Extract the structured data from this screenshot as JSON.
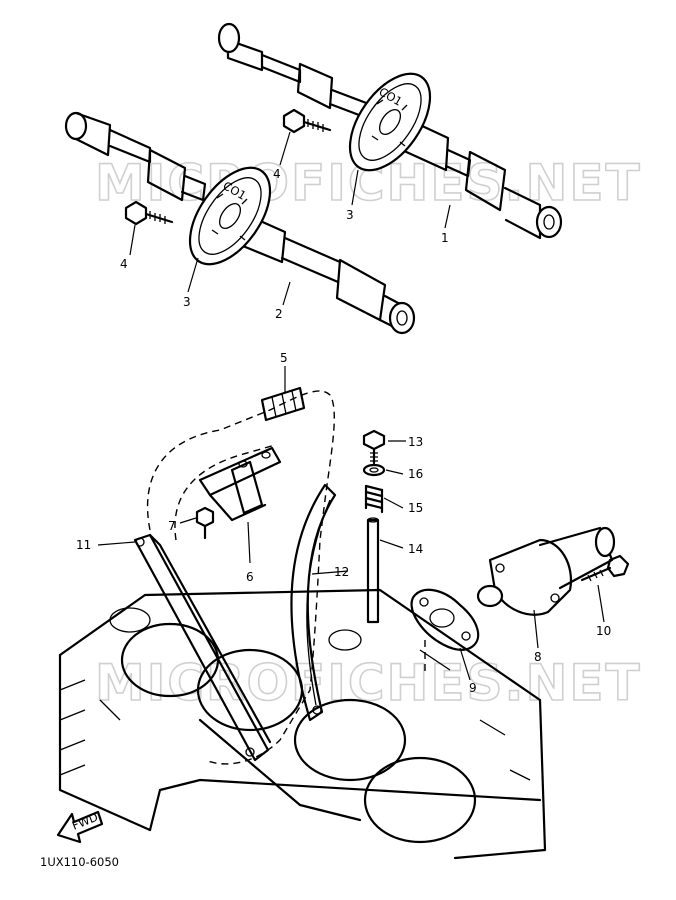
{
  "watermark": "MICROFICHES.NET",
  "diagram_code": "1UX110-6050",
  "fwd_label": "FWD",
  "callouts": {
    "c1": "1",
    "c2": "2",
    "c3a": "3",
    "c3b": "3",
    "c4a": "4",
    "c4b": "4",
    "c5": "5",
    "c6": "6",
    "c7": "7",
    "c8": "8",
    "c9": "9",
    "c10": "10",
    "c11": "11",
    "c12": "12",
    "c13": "13",
    "c14": "14",
    "c15": "15",
    "c16": "16"
  },
  "sprocket_marks": {
    "left": "CO1",
    "right": "CO1"
  }
}
